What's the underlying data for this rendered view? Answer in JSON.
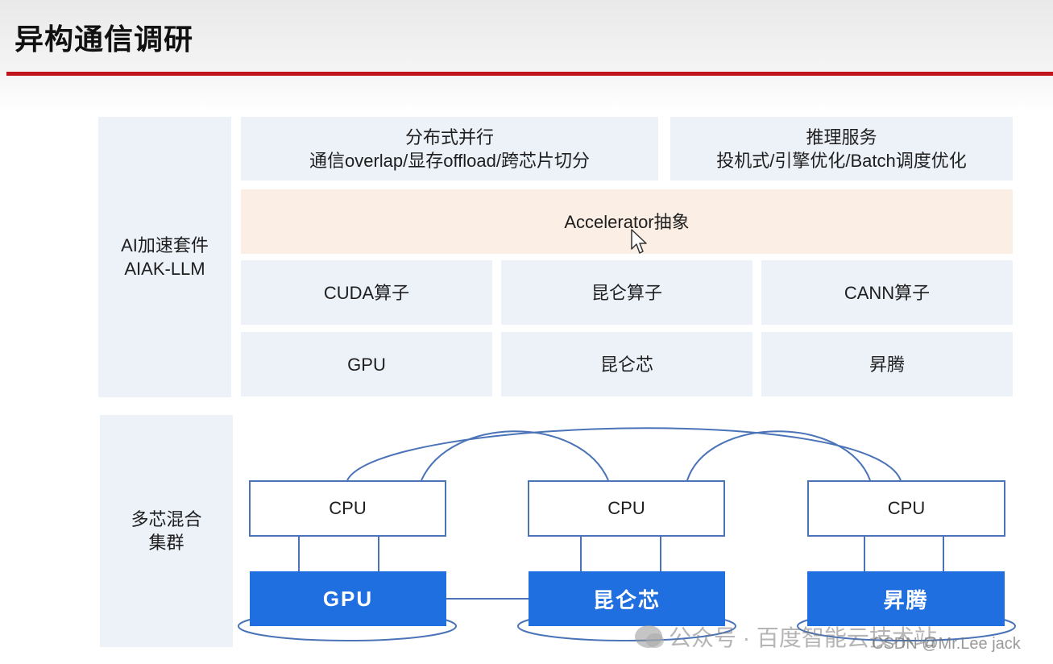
{
  "slide": {
    "title": "异构通信调研",
    "accent_color": "#c0151c"
  },
  "software_stack": {
    "side_label": [
      "AI加速套件",
      "AIAK-LLM"
    ],
    "top_boxes": [
      {
        "line1": "分布式并行",
        "line2": "通信overlap/显存offload/跨芯片切分"
      },
      {
        "line1": "推理服务",
        "line2": "投机式/引擎优化/Batch调度优化"
      }
    ],
    "abstraction": "Accelerator抽象",
    "operators": [
      "CUDA算子",
      "昆仑算子",
      "CANN算子"
    ],
    "hardware": [
      "GPU",
      "昆仑芯",
      "昇腾"
    ]
  },
  "cluster": {
    "side_label": [
      "多芯混合",
      "集群"
    ],
    "cpu_label": "CPU",
    "accelerators": [
      "GPU",
      "昆仑芯",
      "昇腾"
    ],
    "accelerator_color": "#1f6fe0",
    "line_color": "#4a73b8"
  },
  "watermark": {
    "text": "公众号 · 百度智能云技术站",
    "icon": "wechat-icon",
    "credit": "CSDN @Mr.Lee jack"
  },
  "cursor_icon": "mouse-pointer-icon"
}
